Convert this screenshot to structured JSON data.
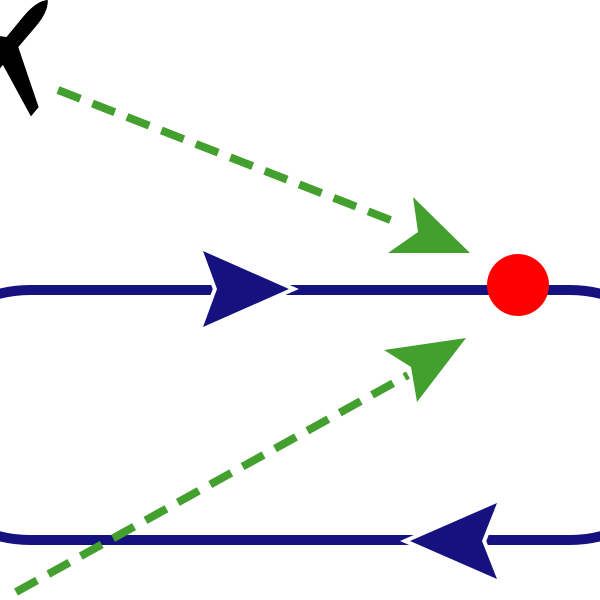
{
  "diagram": {
    "elements": [
      {
        "name": "aircraft-icon",
        "kind": "icon",
        "color": "#000000"
      },
      {
        "name": "holding-pattern-track",
        "kind": "racetrack-loop",
        "color": "#15127f"
      },
      {
        "name": "outbound-leg-arrow",
        "kind": "direction-arrow",
        "direction": "right",
        "color": "#15127f"
      },
      {
        "name": "inbound-leg-arrow",
        "kind": "direction-arrow",
        "direction": "left",
        "color": "#15127f"
      },
      {
        "name": "holding-fix-marker",
        "kind": "fix-point",
        "color": "#ff0000"
      },
      {
        "name": "entry-path-upper",
        "kind": "dashed-arrow",
        "color": "#44a02e"
      },
      {
        "name": "entry-path-lower",
        "kind": "dashed-arrow",
        "color": "#44a02e"
      }
    ]
  }
}
